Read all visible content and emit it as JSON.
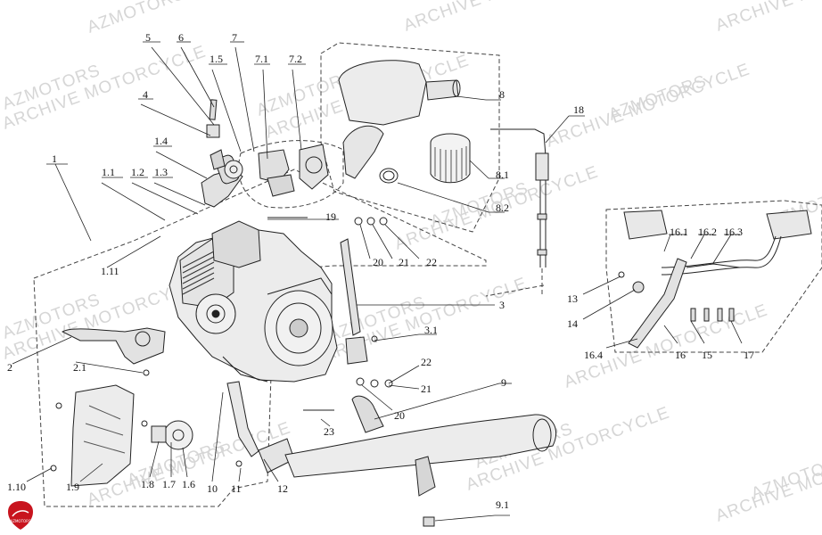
{
  "watermark": {
    "brand": "AZMOTORS",
    "tagline": "ARCHIVE MOTORCYCLE"
  },
  "logo_text": "AZMOTORS",
  "callouts": {
    "c1": "1",
    "c1_1": "1.1",
    "c1_2": "1.2",
    "c1_3": "1.3",
    "c1_4": "1.4",
    "c1_5": "1.5",
    "c1_6": "1.6",
    "c1_7": "1.7",
    "c1_8": "1.8",
    "c1_9": "1.9",
    "c1_10": "1.10",
    "c1_11": "1.11",
    "c2": "2",
    "c2_1": "2.1",
    "c3": "3",
    "c3_1": "3.1",
    "c4": "4",
    "c5": "5",
    "c6": "6",
    "c7": "7",
    "c7_1": "7.1",
    "c7_2": "7.2",
    "c8": "8",
    "c8_1": "8.1",
    "c8_2": "8.2",
    "c9": "9",
    "c9_1": "9.1",
    "c10": "10",
    "c11": "11",
    "c12": "12",
    "c13": "13",
    "c14": "14",
    "c15": "15",
    "c16": "16",
    "c16_1": "16.1",
    "c16_2": "16.2",
    "c16_3": "16.3",
    "c16_4": "16.4",
    "c17": "17",
    "c18": "18",
    "c19": "19",
    "c20a": "20",
    "c20b": "20",
    "c21a": "21",
    "c21b": "21",
    "c22a": "22",
    "c22b": "22",
    "c23": "23"
  },
  "colors": {
    "line": "#222222",
    "dash": "#444444",
    "part_fill": "#e9e9e9",
    "watermark": "#d6d6d6",
    "logo": "#c8141e"
  }
}
